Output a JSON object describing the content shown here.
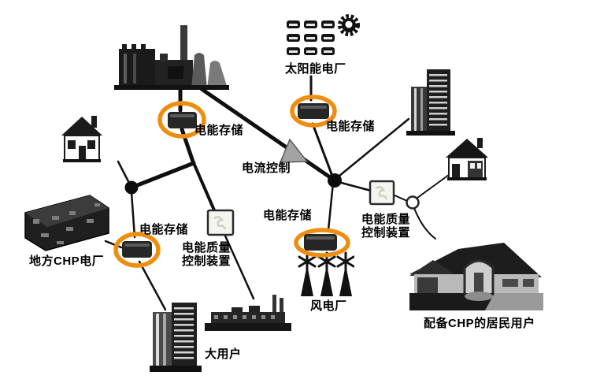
{
  "diagram": {
    "type": "smart-grid-schematic",
    "labels": {
      "solar_plant": "太阳能电厂",
      "storage_factory": "电能存储",
      "storage_solar": "电能存储",
      "storage_chp": "电能存储",
      "storage_wind": "电能存储",
      "current_control": "电流控制",
      "power_quality_left": {
        "line1": "电能质量",
        "line2": "控制装置"
      },
      "power_quality_right": {
        "line1": "电能质量",
        "line2": "控制装置"
      },
      "local_chp_plant": "地方CHP电厂",
      "wind_plant": "风电厂",
      "large_user": "大用户",
      "residential_with_chp": "配备CHP的居民用户"
    },
    "colors": {
      "storage_highlight_orange": "#EE8E10",
      "battery_fill": "#262626",
      "line_black": "#0f0f0f",
      "triangle_gray": "#a3a3a3",
      "control_box_fill": "#f4f4f0",
      "background": "#ffffff"
    }
  }
}
